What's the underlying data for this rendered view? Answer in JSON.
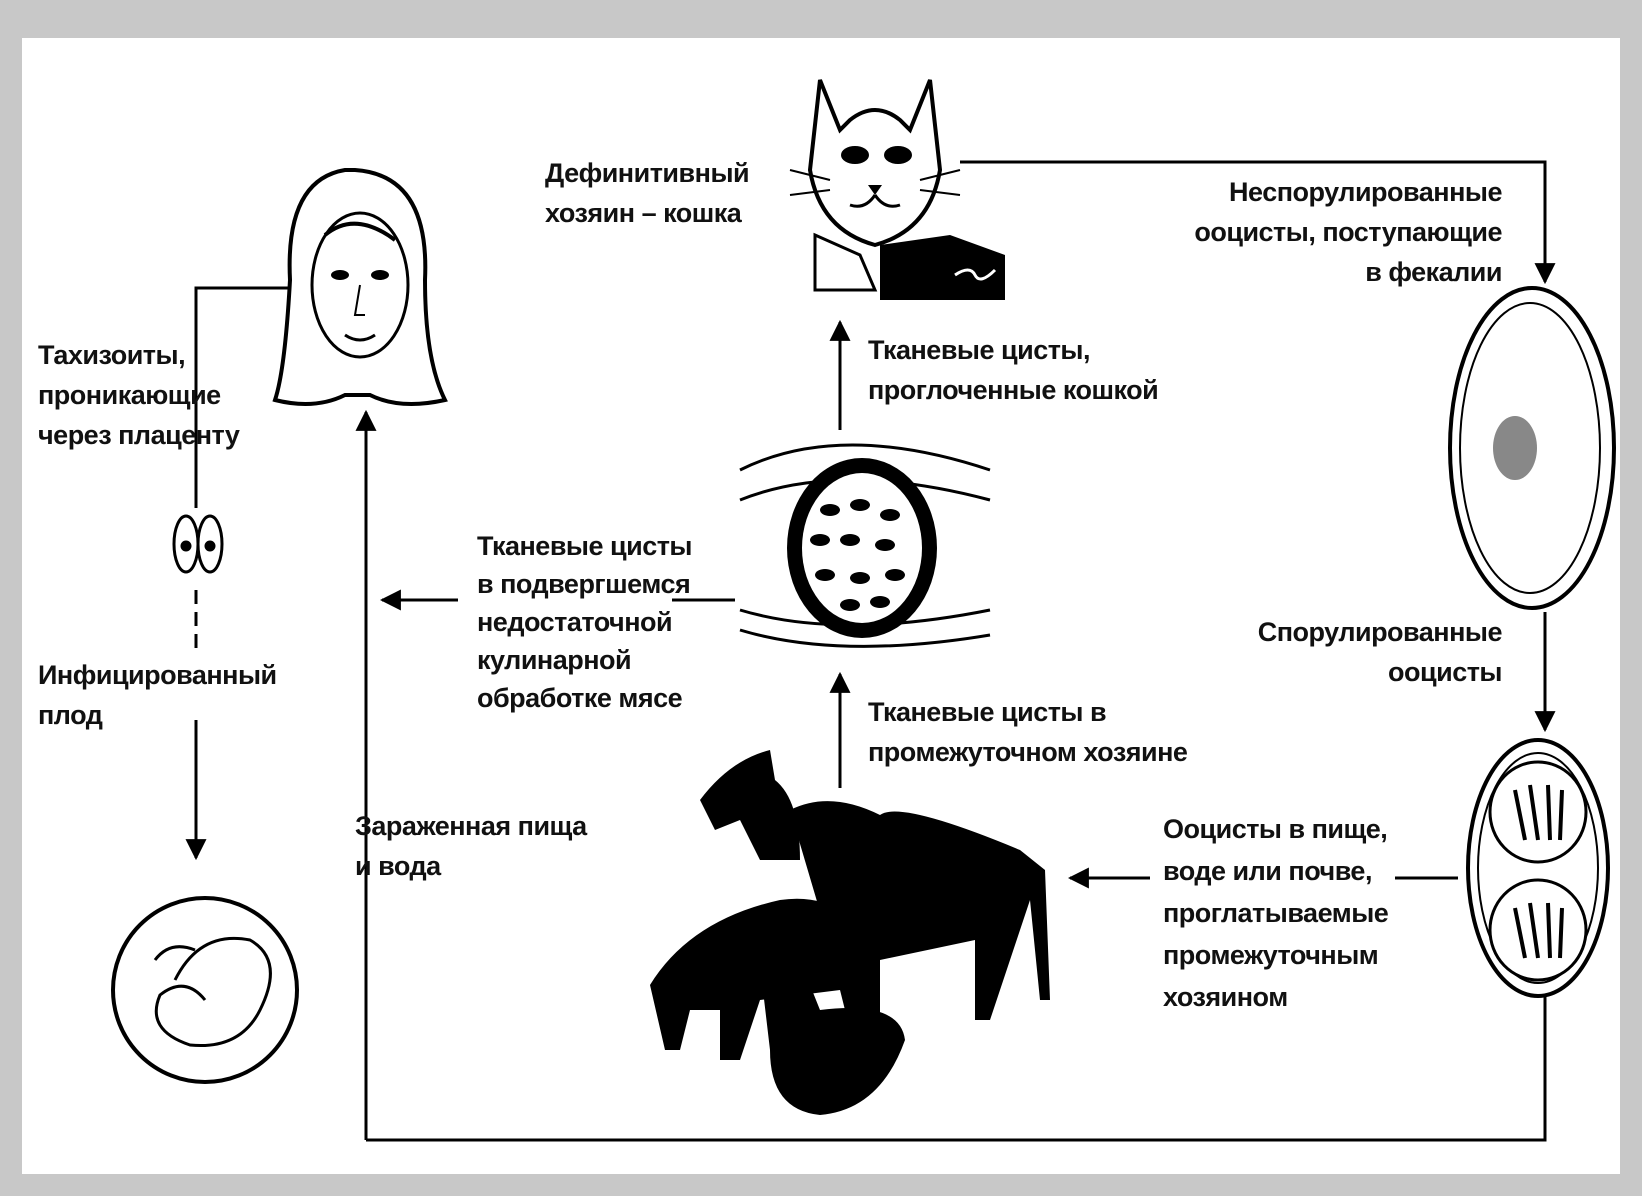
{
  "labels": {
    "definitive_host": "Дефинитивный\nхозяин – кошка",
    "unsporulated": "Неспорулированные\nооцисты, поступающие\nв фекалии",
    "tissue_cysts_cat": "Тканевые цисты,\nпроглоченные кошкой",
    "tachyzoites": "Тахизоиты,\nпроникающие\nчерез плаценту",
    "undercooked_meat": "Тканевые цисты\nв подвергшемся\nнедостаточной\nкулинарной\nобработке мясе",
    "sporulated": "Спорулированные\nооцисты",
    "infected_fetus": "Инфицированный\nплод",
    "tissue_cysts_intermediate": "Тканевые цисты в\nпромежуточном хозяине",
    "contaminated_food": "Зараженная пища\nи вода",
    "oocysts_ingested": "Ооцисты в пище,\nводе или почве,\nпроглатываемые\nпромежуточным\nхозяином"
  }
}
